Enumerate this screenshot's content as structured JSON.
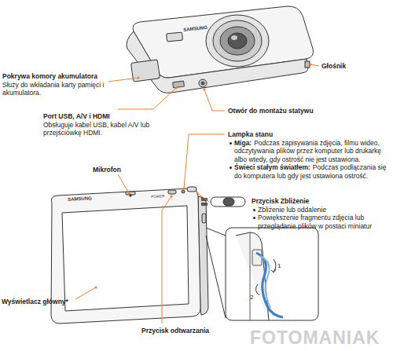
{
  "diagram": {
    "labels": [
      "Pokrywa komory akumulatora",
      "Służy do wkładania karty pamięci i akumulatora.",
      "Port USB, A/V i HDMI",
      "Obsługuje kabel USB, kabel A/V lub przejściówkę HDMI.",
      "Głośnik",
      "Otwór do montażu statywu",
      "Lampka stanu",
      "Miga:",
      "Podczas zapisywania zdjęcia, filmu wideo, odczytywania plików przez komputer lub drukarkę albo wtedy, gdy ostrość nie jest ustawiona.",
      "Świeci stałym światłem:",
      "Podczas podłączania się do komputera lub gdy jest ustawiona ostrość.",
      "Mikrofon",
      "Przycisk Zbliżenie",
      "Zbliżenie lub oddalenie",
      "Powiększenie fragmentu zdjęcia lub przeglądanie plików w postaci miniatur",
      "Wyświetlacz główny*",
      "Przycisk odtwarzania",
      "SAMSUNG",
      "SAMSUNG",
      "POWER",
      "1",
      "2",
      "FOTOMANIAK"
    ]
  }
}
